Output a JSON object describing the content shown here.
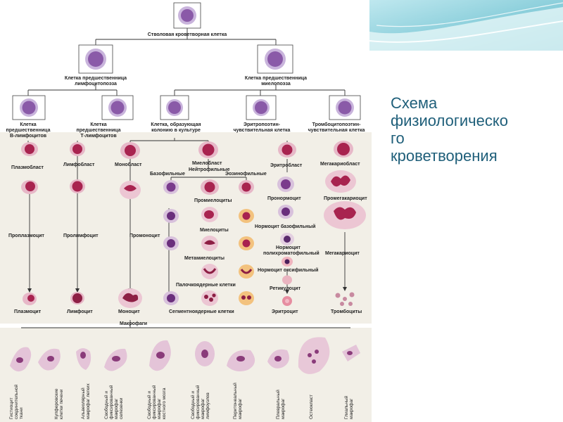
{
  "slide": {
    "title": "Схема\nфизиологическо\nго\nкроветворения"
  },
  "labels": {
    "stem": "Стволовая кроветворная клетка",
    "lymph_prog_1": "Клетка предшественница",
    "lymph_prog_2": "лимфоцитопоэза",
    "myelo_prog_1": "Клетка предшественница",
    "myelo_prog_2": "миелопоэза",
    "b_prog_1": "Клетка",
    "b_prog_2": "предшественница",
    "b_prog_3": "В-лимфоцитов",
    "t_prog_1": "Клетка",
    "t_prog_2": "предшественница",
    "t_prog_3": "Т-лимфоцитов",
    "cfu_1": "Клетка, образующая",
    "cfu_2": "колонию в культуре",
    "ery_prog_1": "Эритропоэтин-",
    "ery_prog_2": "чувствительная клетка",
    "thr_prog_1": "Тромбоцитопоэтин-",
    "thr_prog_2": "чувствительная клетка",
    "plasmoblast": "Плазмобласт",
    "lymphoblast": "Лимфобласт",
    "monoblast": "Монобласт",
    "myeloblast": "Миелобласт",
    "basophilic": "Базофильные",
    "neutrophilic": "Нейтрофильные",
    "eosinophilic": "Эозинофильные",
    "erythroblast": "Эритробласт",
    "megakaryoblast": "Мегакариобласт",
    "promyelocytes": "Промиелоциты",
    "pronormocyte": "Пронормоцит",
    "promegakaryocyte": "Промегакариоцит",
    "proplasmocyte": "Проплазмоцит",
    "prolymphocyte": "Пролимфоцит",
    "promonocyte": "Промоноцит",
    "myelocytes": "Миелоциты",
    "normo_baso": "Нормоцит базофильный",
    "normo_poly_1": "Нормоцит",
    "normo_poly_2": "полихроматофильный",
    "megakaryocyte": "Мегакариоцит",
    "metamyelocytes": "Метамиелоциты",
    "normo_oxy": "Нормоцит оксифильный",
    "band": "Палочкоядерные клетки",
    "reticulocyte": "Ретикулоцит",
    "plasmocyte": "Плазмоцит",
    "lymphocyte": "Лимфоцит",
    "monocyte": "Моноцит",
    "segmented": "Сегментноядерные клетки",
    "erythrocyte": "Эритроцит",
    "platelets": "Тромбоциты",
    "macrophages": "Макрофаги"
  },
  "macrophages": [
    [
      "Гистиоцит",
      "соединительной",
      "ткани"
    ],
    [
      "Купферовские",
      "клетки печени"
    ],
    [
      "Альвеолярный",
      "макрофаг легких"
    ],
    [
      "Свободный и",
      "фиксированный",
      "макрофаг",
      "селезенки"
    ],
    [
      "Свободный и",
      "фиксированный",
      "макрофаг",
      "костного мозга"
    ],
    [
      "Свободный и",
      "фиксированный",
      "макрофаг",
      "лимфоузлов"
    ],
    [
      "Перитонеальный",
      "макрофаг"
    ],
    [
      "Плевральный",
      "макрофаг"
    ],
    [
      "Остеокласт"
    ],
    [
      "Глиальный",
      "макрофаг"
    ]
  ],
  "colors": {
    "title": "#1f5f7a",
    "wave": "#7fc9d6",
    "lilac_cell": "#8a5aa8",
    "pink_cell": "#c2426f",
    "panel_bg": "#f1eee6"
  }
}
